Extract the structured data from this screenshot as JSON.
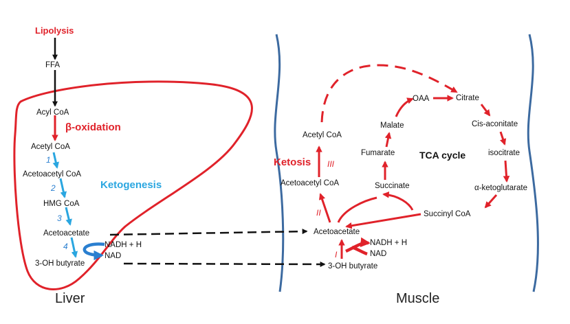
{
  "liver": {
    "panel_label": "Liver",
    "lipolysis": "Lipolysis",
    "ffa": "FFA",
    "acyl_coa": "Acyl CoA",
    "beta_oxidation": "β-oxidation",
    "acetyl_coa": "Acetyl CoA",
    "acetoacetyl_coa": "Acetoacetyl CoA",
    "ketogenesis": "Ketogenesis",
    "hmg_coa": "HMG CoA",
    "acetoacetate": "Acetoacetate",
    "nadh": "NADH + H",
    "nad": "NAD",
    "oh_butyrate": "3-OH butyrate",
    "steps": [
      "1",
      "2",
      "3",
      "4"
    ]
  },
  "muscle": {
    "panel_label": "Muscle",
    "acetyl_coa": "Acetyl CoA",
    "ketosis": "Ketosis",
    "acetoacetyl_coa": "Acetoacetyl CoA",
    "acetoacetate": "Acetoacetate",
    "nadh": "NADH + H",
    "nad": "NAD",
    "oh_butyrate": "3-OH butyrate",
    "steps": [
      "I",
      "II",
      "III"
    ]
  },
  "tca": {
    "title": "TCA cycle",
    "oaa": "OAA",
    "citrate": "Citrate",
    "cis_aconitate": "Cis-aconitate",
    "isocitrate": "isocitrate",
    "alpha_kg": "α-ketoglutarate",
    "succinyl_coa": "Succinyl CoA",
    "succinate": "Succinate",
    "fumarate": "Fumarate",
    "malate": "Malate"
  },
  "colors": {
    "red": "#e0222a",
    "blue": "#2aa6e0",
    "dark_blue": "#2a7fd0",
    "membrane": "#3c6aa0",
    "black": "#111111"
  }
}
